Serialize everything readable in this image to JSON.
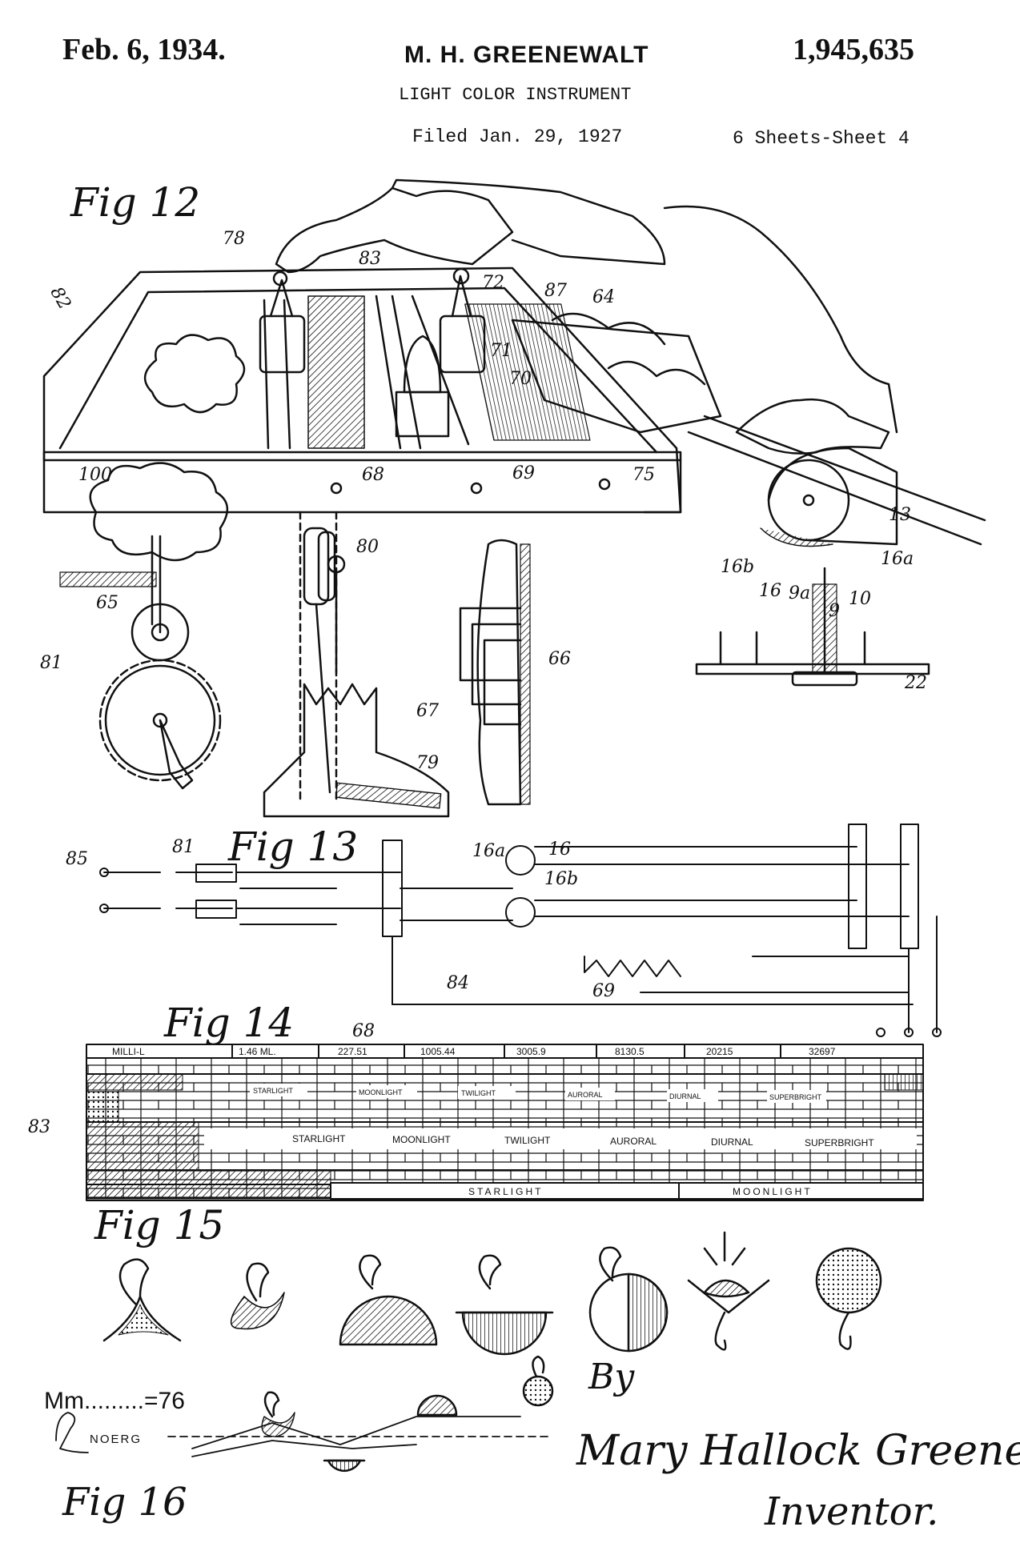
{
  "header": {
    "date": "Feb. 6, 1934.",
    "inventor_name": "M. H. GREENEWALT",
    "patent_number": "1,945,635",
    "title": "LIGHT COLOR INSTRUMENT",
    "filed": "Filed Jan. 29, 1927",
    "sheet": "6 Sheets-Sheet  4"
  },
  "figures": {
    "fig12": {
      "label": "Fig 12",
      "refs": [
        "78",
        "83",
        "82",
        "72",
        "87",
        "64",
        "71",
        "70",
        "100",
        "68",
        "69",
        "75",
        "13",
        "16a",
        "16b",
        "16",
        "9a",
        "10",
        "9",
        "80",
        "66",
        "67",
        "65",
        "81",
        "79",
        "22"
      ]
    },
    "fig13": {
      "label": "Fig 13",
      "refs": [
        "85",
        "81",
        "16a",
        "16",
        "16b",
        "69",
        "84"
      ]
    },
    "fig14": {
      "label": "Fig 14",
      "ref_68": "68",
      "ref_83": "83",
      "scale_row": [
        "MILLI-L",
        "1.46 ML.",
        "227.51",
        "1005.44",
        "3005.9",
        "8130.5",
        "20215",
        "32697"
      ],
      "band_row_1": [
        "STARLIGHT",
        "MOONLIGHT",
        "TWILIGHT",
        "AURORAL",
        "DIURNAL",
        "SUPERBRIGHT"
      ],
      "band_row_2": [
        "STARLIGHT",
        "MOONLIGHT",
        "TWILIGHT",
        "AURORAL",
        "DIURNAL",
        "SUPERBRIGHT"
      ],
      "band_row_3": [
        "STARLIGHT",
        "MOONLIGHT"
      ]
    },
    "fig15": {
      "label": "Fig 15"
    },
    "fig16": {
      "label": "Fig 16",
      "tempo": "Mm.........=76",
      "clef_label": "NOERG"
    }
  },
  "signature": {
    "by": "By",
    "name": "Mary Hallock Greenewalt.",
    "role": "Inventor."
  }
}
